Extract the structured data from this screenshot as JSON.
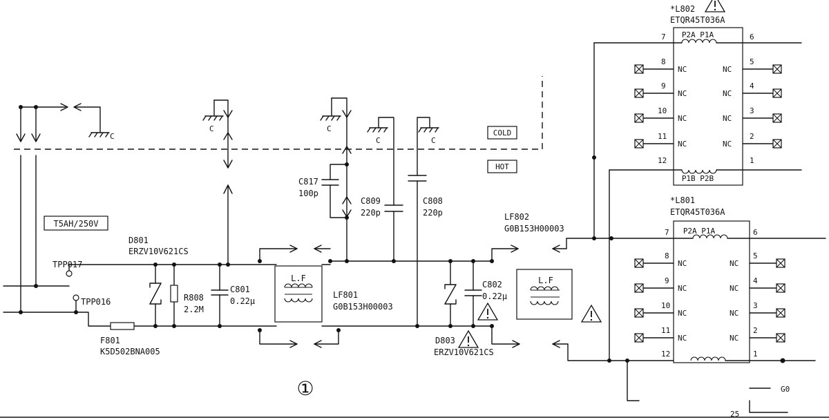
{
  "labels": {
    "fuse_rating": "T5AH/250V",
    "cold": "COLD",
    "hot": "HOT",
    "tpp017": "TPP017",
    "tpp016": "TPP016",
    "d801": "D801",
    "d801_part": "ERZV10V621CS",
    "r808": "R808",
    "r808_val": "2.2M",
    "c801": "C801",
    "c801_val": "0.22μ",
    "f801": "F801",
    "f801_part": "K5D502BNA005",
    "c817": "C817",
    "c817_val": "100p",
    "c809": "C809",
    "c809_val": "220p",
    "c808": "C808",
    "c808_val": "220p",
    "lf801": "LF801",
    "lf801_part": "G0B153H00003",
    "lf_text": "L.F",
    "lf802": "LF802",
    "lf802_part": "G0B153H00003",
    "c802": "C802",
    "c802_val": "0.22μ",
    "d803": "D803",
    "d803_part": "ERZV10V621CS",
    "ground": "C",
    "circle_one": "①",
    "g_partial": "G0",
    "num_25": "25"
  },
  "l802": {
    "title": "*L802",
    "part": "ETQR45T036A",
    "top_winding": "P2A  P1A",
    "bottom_winding": "P1B  P2B",
    "nc": "NC",
    "pins": [
      "7",
      "6",
      "8",
      "5",
      "9",
      "4",
      "10",
      "3",
      "11",
      "2",
      "12",
      "1"
    ]
  },
  "l801": {
    "title": "*L801",
    "part": "ETQR45T036A",
    "top_winding": "P2A  P1A",
    "nc": "NC",
    "pins": [
      "7",
      "6",
      "8",
      "5",
      "9",
      "4",
      "10",
      "3",
      "11",
      "2",
      "12",
      "1"
    ]
  }
}
